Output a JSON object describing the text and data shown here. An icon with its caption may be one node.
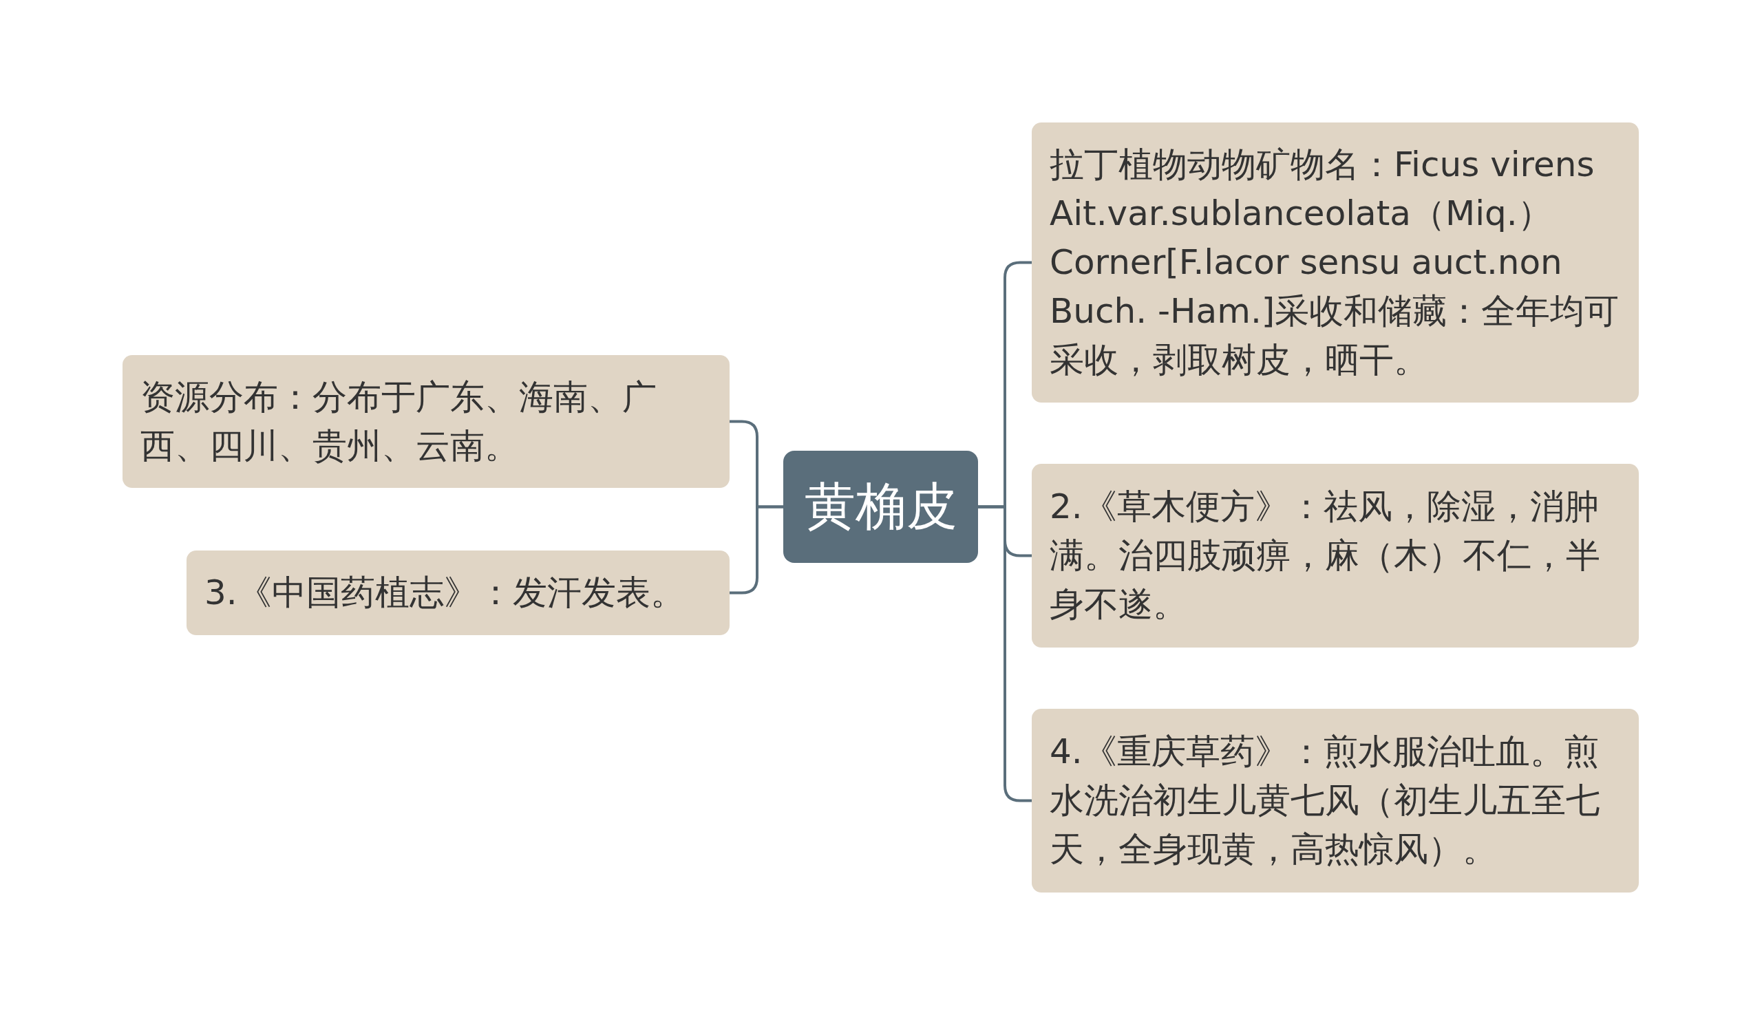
{
  "diagram": {
    "nodes": [
      {
        "text": [
          "黄桷皮"
        ]
      },
      {
        "text": [
          "资源分布：分布于广东、海南、广西、四川、贵州、云南。"
        ]
      },
      {
        "text": [
          "3.《中国药植志》：发汗发表。"
        ]
      },
      {
        "text": [
          "拉丁植物动物矿物名：Ficus virens Ait.var.sublanceolata（Miq.）Corner[F.lacor sensu auct.non Buch. -Ham.]采收和储藏：全年均可采收，剥取树皮，晒干。"
        ]
      },
      {
        "text": [
          "2.《草木便方》：祛风，除湿，消肿满。治四肢顽痹，麻（木）不仁，半身不遂。"
        ]
      },
      {
        "text": [
          "4.《重庆草药》：煎水服治吐血。煎水洗治初生儿黄七风（初生儿五至七天，全身现黄，高热惊风）。"
        ]
      }
    ],
    "edges": [
      {
        "from": 0,
        "to": 1,
        "arrow": "none"
      },
      {
        "from": 0,
        "to": 2,
        "arrow": "none"
      },
      {
        "from": 0,
        "to": 3,
        "arrow": "none"
      },
      {
        "from": 0,
        "to": 4,
        "arrow": "none"
      },
      {
        "from": 0,
        "to": 5,
        "arrow": "none"
      }
    ]
  }
}
